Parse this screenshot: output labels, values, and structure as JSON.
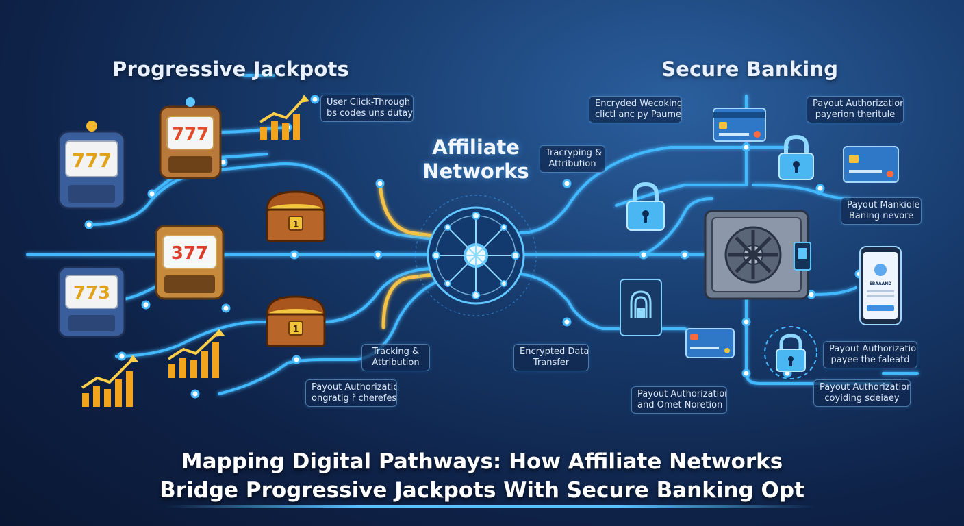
{
  "sections": {
    "left_title": "Progressive Jackpots",
    "right_title": "Secure Banking",
    "hub_title_line1": "Affiliate",
    "hub_title_line2": "Networks"
  },
  "labels": [
    {
      "id": "l1",
      "line1": "User Click-Through",
      "line2": "bs codes uns dutay"
    },
    {
      "id": "l2",
      "line1": "Tracryping &",
      "line2": "Attribution"
    },
    {
      "id": "l3",
      "line1": "Tracking &",
      "line2": "Attribution"
    },
    {
      "id": "l4",
      "line1": "Payout Authorization",
      "line2": "ongratig ř cherefes"
    },
    {
      "id": "l5",
      "line1": "Encryded Wecoking",
      "line2": "clictl anc py Paumel"
    },
    {
      "id": "l6",
      "line1": "Payout Authorization",
      "line2": "payerion theritule"
    },
    {
      "id": "l7",
      "line1": "Payout Mankiole",
      "line2": "Baning nevore"
    },
    {
      "id": "l8",
      "line1": "Encrypted Data",
      "line2": "Transfer"
    },
    {
      "id": "l9",
      "line1": "Payout Authorization",
      "line2": "and Omet Noretion"
    },
    {
      "id": "l10",
      "line1": "Payout Authorization",
      "line2": "payee the faleatd"
    },
    {
      "id": "l11",
      "line1": "Payout Authorization",
      "line2": "coyiding sdeiaey"
    }
  ],
  "slot_reel_text": [
    "777",
    "777",
    "377",
    "773"
  ],
  "chest_badge": "1",
  "phone_text": "EBAAAND",
  "headline": {
    "line1": "Mapping Digital Pathways: How Affiliate Networks",
    "line2": "Bridge Progressive Jackpots With Secure Banking Opt"
  },
  "colors": {
    "glow_blue": "#43b8ff",
    "glow_gold": "#f3c24a",
    "gold_bars": "#f2a51c",
    "bg_dark": "#0e2146",
    "bg_light": "#2b5f9e"
  },
  "icons": [
    "slot-machine-icon",
    "treasure-chest-icon",
    "growth-chart-icon",
    "network-hub-icon",
    "padlock-icon",
    "credit-card-icon",
    "bank-vault-icon",
    "smartphone-icon",
    "biometric-scanner-icon"
  ]
}
